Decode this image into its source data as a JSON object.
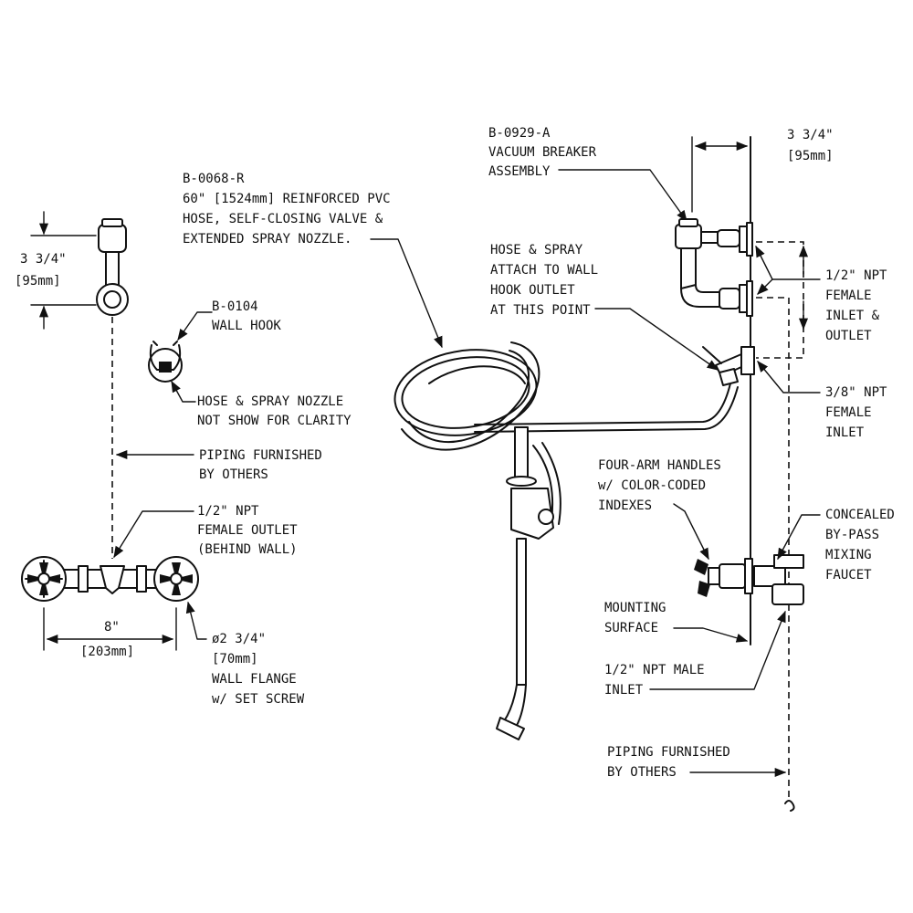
{
  "diagram": {
    "colors": {
      "line": "#111111",
      "background": "#ffffff"
    },
    "left_view": {
      "vertical_dim": {
        "line1": "3 3/4\"",
        "line2": "[95mm]"
      },
      "wall_hook": {
        "line1": "B-0104",
        "line2": "WALL HOOK"
      },
      "hose_note": {
        "line1": "HOSE & SPRAY NOZZLE",
        "line2": "NOT SHOW FOR CLARITY"
      },
      "piping": {
        "line1": "PIPING FURNISHED",
        "line2": "BY OTHERS"
      },
      "outlet": {
        "line1": "1/2\" NPT",
        "line2": "FEMALE OUTLET",
        "line3": "(BEHIND WALL)"
      },
      "width_dim": {
        "line1": "8\"",
        "line2": "[203mm]"
      },
      "flange": {
        "line1": "ø2 3/4\"",
        "line2": "[70mm]",
        "line3": "WALL FLANGE",
        "line4": "w/ SET SCREW"
      }
    },
    "center_view": {
      "hose": {
        "line1": "B-0068-R",
        "line2": "60\" [1524mm] REINFORCED PVC",
        "line3": "HOSE, SELF-CLOSING VALVE &",
        "line4": "EXTENDED SPRAY NOZZLE."
      },
      "attach": {
        "line1": "HOSE & SPRAY",
        "line2": "ATTACH TO WALL",
        "line3": "HOOK OUTLET",
        "line4": "AT THIS POINT"
      }
    },
    "right_view": {
      "vacuum": {
        "line1": "B-0929-A",
        "line2": "VACUUM BREAKER",
        "line3": "ASSEMBLY"
      },
      "top_dim": {
        "line1": "3 3/4\"",
        "line2": "[95mm]"
      },
      "inlet_outlet": {
        "line1": "1/2\" NPT",
        "line2": "FEMALE",
        "line3": "INLET &",
        "line4": "OUTLET"
      },
      "inlet_38": {
        "line1": "3/8\" NPT",
        "line2": "FEMALE",
        "line3": "INLET"
      },
      "handles": {
        "line1": "FOUR-ARM HANDLES",
        "line2": "w/ COLOR-CODED",
        "line3": "INDEXES"
      },
      "faucet": {
        "line1": "CONCEALED",
        "line2": "BY-PASS",
        "line3": "MIXING",
        "line4": "FAUCET"
      },
      "mounting": {
        "line1": "MOUNTING",
        "line2": "SURFACE"
      },
      "male_inlet": {
        "line1": "1/2\" NPT MALE",
        "line2": "INLET"
      },
      "piping": {
        "line1": "PIPING FURNISHED",
        "line2": "BY OTHERS"
      }
    }
  }
}
